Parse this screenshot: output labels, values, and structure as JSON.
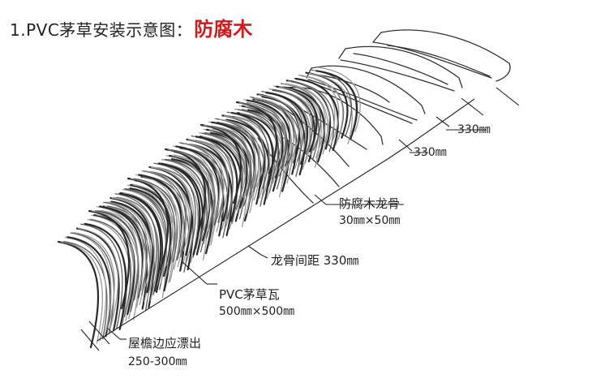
{
  "title": {
    "prefix": "1.PVC茅草安装示意图：",
    "accent": "防腐木"
  },
  "labels": {
    "spacing_top": "330㎜",
    "spacing_mid": "330㎜",
    "batten_name": "防腐木龙骨",
    "batten_size": "30㎜×50㎜",
    "batten_spacing": "龙骨间距 330㎜",
    "tile_name": "PVC茅草瓦",
    "tile_size": "500㎜×500㎜",
    "eave_name": "屋檐边应漂出",
    "eave_size": "250-300㎜"
  },
  "colors": {
    "accent": "#d11a1a",
    "line": "#333333",
    "thatch_dark": "#2a2a2a",
    "thatch_light": "#9a9a9a"
  }
}
